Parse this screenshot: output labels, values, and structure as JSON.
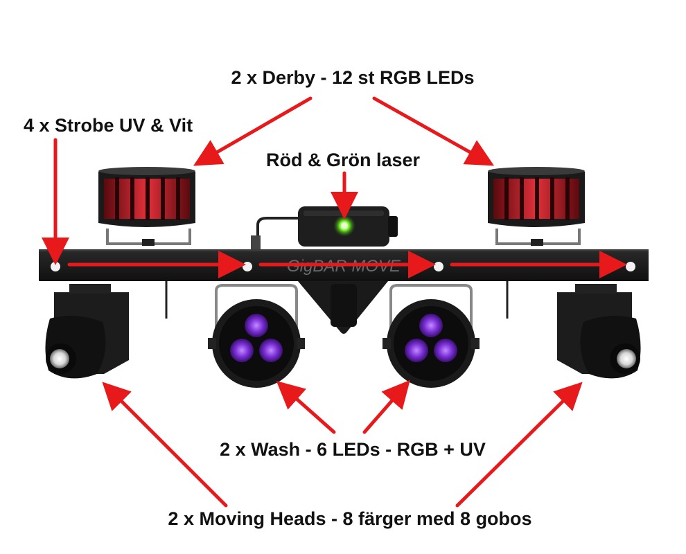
{
  "labels": {
    "derby": "2 x Derby - 12 st RGB LEDs",
    "strobe": "4 x Strobe UV & Vit",
    "laser": "Röd & Grön laser",
    "wash": "2 x Wash - 6 LEDs - RGB + UV",
    "moving_heads": "2 x Moving Heads - 8 färger med 8 gobos"
  },
  "product_logo": "GigBAR MOVE",
  "colors": {
    "arrow": "#e8191b",
    "fixture_body": "#1e1e1e",
    "derby_lens": "#c0141c",
    "uv_led": "#7a2fd6",
    "laser_dot": "#7dff2e"
  }
}
